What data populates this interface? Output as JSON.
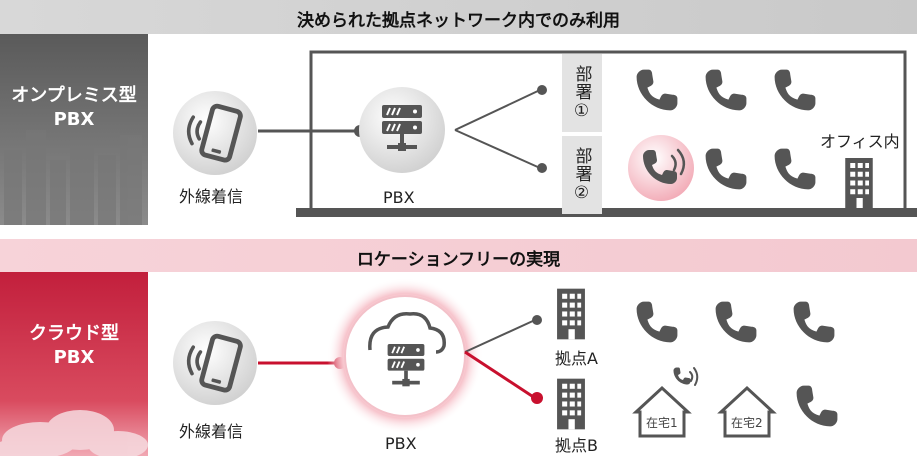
{
  "top": {
    "title": "決められた拠点ネットワーク内でのみ利用",
    "side_label_line1": "オンプレミス型",
    "side_label_line2": "PBX",
    "incoming_label": "外線着信",
    "pbx_label": "PBX",
    "dept1_label": "部署①",
    "dept2_label": "部署②",
    "office_label": "オフィス内"
  },
  "bottom": {
    "title": "ロケーションフリーの実現",
    "side_label_line1": "クラウド型",
    "side_label_line2": "PBX",
    "incoming_label": "外線着信",
    "pbx_label": "PBX",
    "site_a_label": "拠点A",
    "site_b_label": "拠点B",
    "home1_label": "在宅1",
    "home2_label": "在宅2"
  },
  "colors": {
    "gray_band": "#d4d4d4",
    "red_band": "#cc2f45",
    "icon_gray": "#555555",
    "accent_red": "#c8102e"
  }
}
